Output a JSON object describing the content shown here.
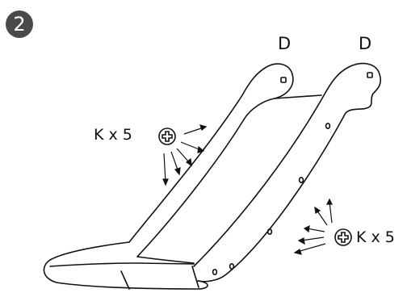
{
  "step": {
    "number": "2"
  },
  "parts": [
    {
      "label": "D"
    },
    {
      "label": "D"
    }
  ],
  "fasteners": [
    {
      "label": "K x 5",
      "icon": "phillips-screw-icon"
    },
    {
      "label": "K x 5",
      "icon": "phillips-screw-icon"
    }
  ],
  "colors": {
    "line": "#111111",
    "badge": "#4a4a4a",
    "badge_text": "#ffffff"
  }
}
